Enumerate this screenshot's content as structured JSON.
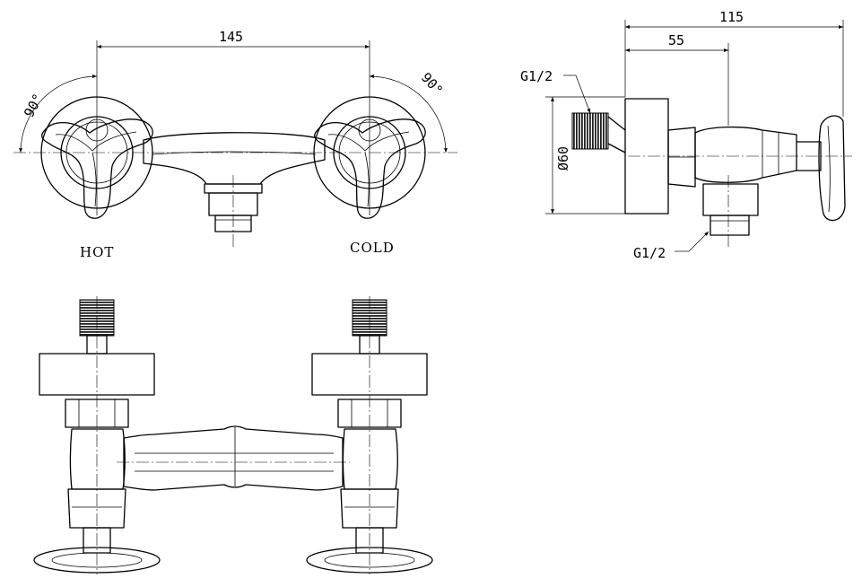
{
  "front_view": {
    "dim_center_distance": "145",
    "angle_left": "90°",
    "angle_right": "90°",
    "label_left": "HOT",
    "label_right": "COLD"
  },
  "side_view": {
    "dim_overall_depth": "115",
    "dim_outlet_depth": "55",
    "dim_flange_diameter": "Ø60",
    "thread_inlet": "G1/2",
    "thread_outlet": "G1/2"
  },
  "colors": {
    "line": "#000000",
    "background": "#ffffff",
    "thread_fill": "#222222"
  }
}
